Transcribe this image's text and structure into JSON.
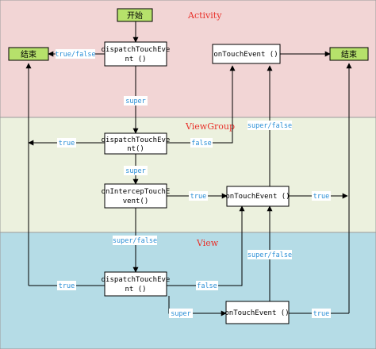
{
  "sections": {
    "activity": {
      "title": "Activity",
      "color": "#f2d5d5"
    },
    "viewgroup": {
      "title": "ViewGroup",
      "color": "#ecf1de"
    },
    "view": {
      "title": "View",
      "color": "#b5dce6"
    }
  },
  "nodes": {
    "start": "开始",
    "end_left": "结束",
    "end_right": "结束",
    "activity_dispatch": [
      "dispatchTouchEve",
      "nt ()"
    ],
    "activity_ontouch": "onTouchEvent ()",
    "viewgroup_dispatch": [
      "dispatchTouchEve",
      "nt()"
    ],
    "viewgroup_intercept": [
      "onIntercepTouchE",
      "vent()"
    ],
    "viewgroup_ontouch": "onTouchEvent ()",
    "view_dispatch": [
      "dispatchTouchEve",
      "nt ()"
    ],
    "view_ontouch": "onTouchEvent ()"
  },
  "edge_labels": {
    "activity_dispatch_to_end": "true/false",
    "activity_to_viewgroup": "super",
    "viewgroup_dispatch_true": "true",
    "viewgroup_dispatch_false": "false",
    "viewgroup_ontouch_up": "super/false",
    "viewgroup_to_intercept": "super",
    "intercept_true": "true",
    "viewgroup_ontouch_true": "true",
    "intercept_to_view": "super/false",
    "view_dispatch_true": "true",
    "view_dispatch_false": "false",
    "view_ontouch_up": "super/false",
    "view_dispatch_super": "super",
    "view_ontouch_true": "true"
  },
  "colors": {
    "terminal_fill": "#b6e16b",
    "node_fill": "#ffffff",
    "stroke": "#000000",
    "edge_label": "#2a8fd6",
    "section_title": "#e8312a"
  }
}
